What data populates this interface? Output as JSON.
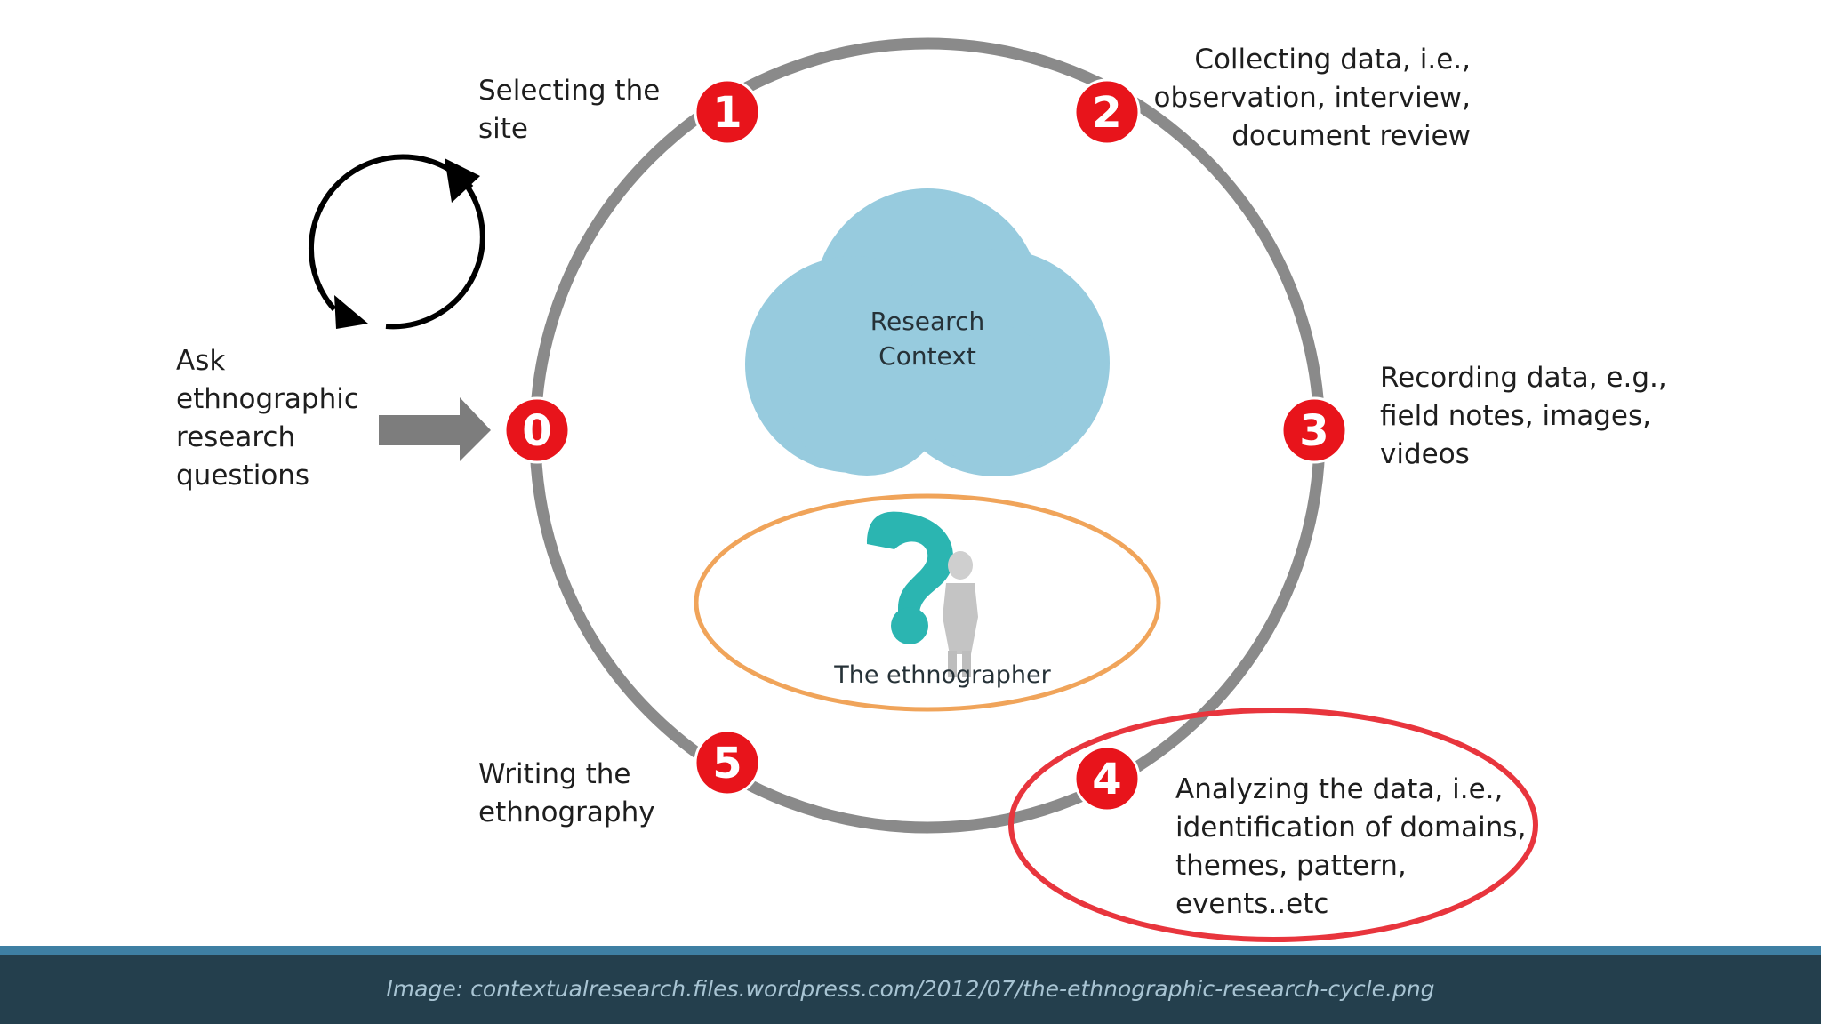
{
  "colors": {
    "ring": "#8a8a8a",
    "badge": "#e8141b",
    "cloud": "#97cbde",
    "ellipse": "#f0a45a",
    "highlight": "#e8353d",
    "footer_bg": "#243f4d",
    "footer_stripe": "#3e7fa3",
    "footer_text": "#a8c4d3",
    "figure": "#2bb5b1"
  },
  "icons": {
    "cycle": "cycle-arrows-icon",
    "input_arrow": "right-arrow-icon",
    "ethnographer": "question-mark-thinker-icon"
  },
  "steps": [
    {
      "number": "0",
      "label": "Ask\nethnographic\nresearch\nquestions"
    },
    {
      "number": "1",
      "label": "Selecting the\nsite"
    },
    {
      "number": "2",
      "label": "Collecting data, i.e.,\nobservation, interview,\ndocument review"
    },
    {
      "number": "3",
      "label": "Recording data, e.g.,\nfield notes, images,\nvideos"
    },
    {
      "number": "4",
      "label": "Analyzing the data, i.e.,\nidentification of domains,\nthemes, pattern,\nevents..etc"
    },
    {
      "number": "5",
      "label": "Writing the\nethnography"
    }
  ],
  "center": {
    "cloud_label": "Research\nContext",
    "ethnographer_label": "The ethnographer"
  },
  "footer": {
    "caption": "Image: contextualresearch.files.wordpress.com/2012/07/the-ethnographic-research-cycle.png"
  }
}
